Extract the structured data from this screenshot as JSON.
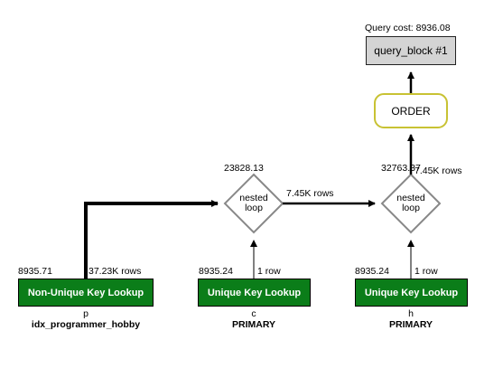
{
  "query_cost_label": "Query cost: 8936.08",
  "query_block": {
    "label": "query_block #1"
  },
  "order": {
    "label": "ORDER"
  },
  "nested_loop_1": {
    "line1": "nested",
    "line2": "loop",
    "cost": "23828.13",
    "out_rows": "7.45K rows"
  },
  "nested_loop_2": {
    "line1": "nested",
    "line2": "loop",
    "cost": "32763.37",
    "out_rows": "7.45K rows"
  },
  "table_p": {
    "label": "Non-Unique Key Lookup",
    "cost": "8935.71",
    "rows": "37.23K rows",
    "alias": "p",
    "key": "idx_programmer_hobby"
  },
  "table_c": {
    "label": "Unique Key Lookup",
    "cost": "8935.24",
    "rows": "1 row",
    "alias": "c",
    "key": "PRIMARY"
  },
  "table_h": {
    "label": "Unique Key Lookup",
    "cost": "8935.24",
    "rows": "1 row",
    "alias": "h",
    "key": "PRIMARY"
  },
  "colors": {
    "lookup_fill": "#0b7d19",
    "order_border": "#c8c233",
    "query_block_fill": "#d4d4d4",
    "diamond_border": "#888888"
  }
}
